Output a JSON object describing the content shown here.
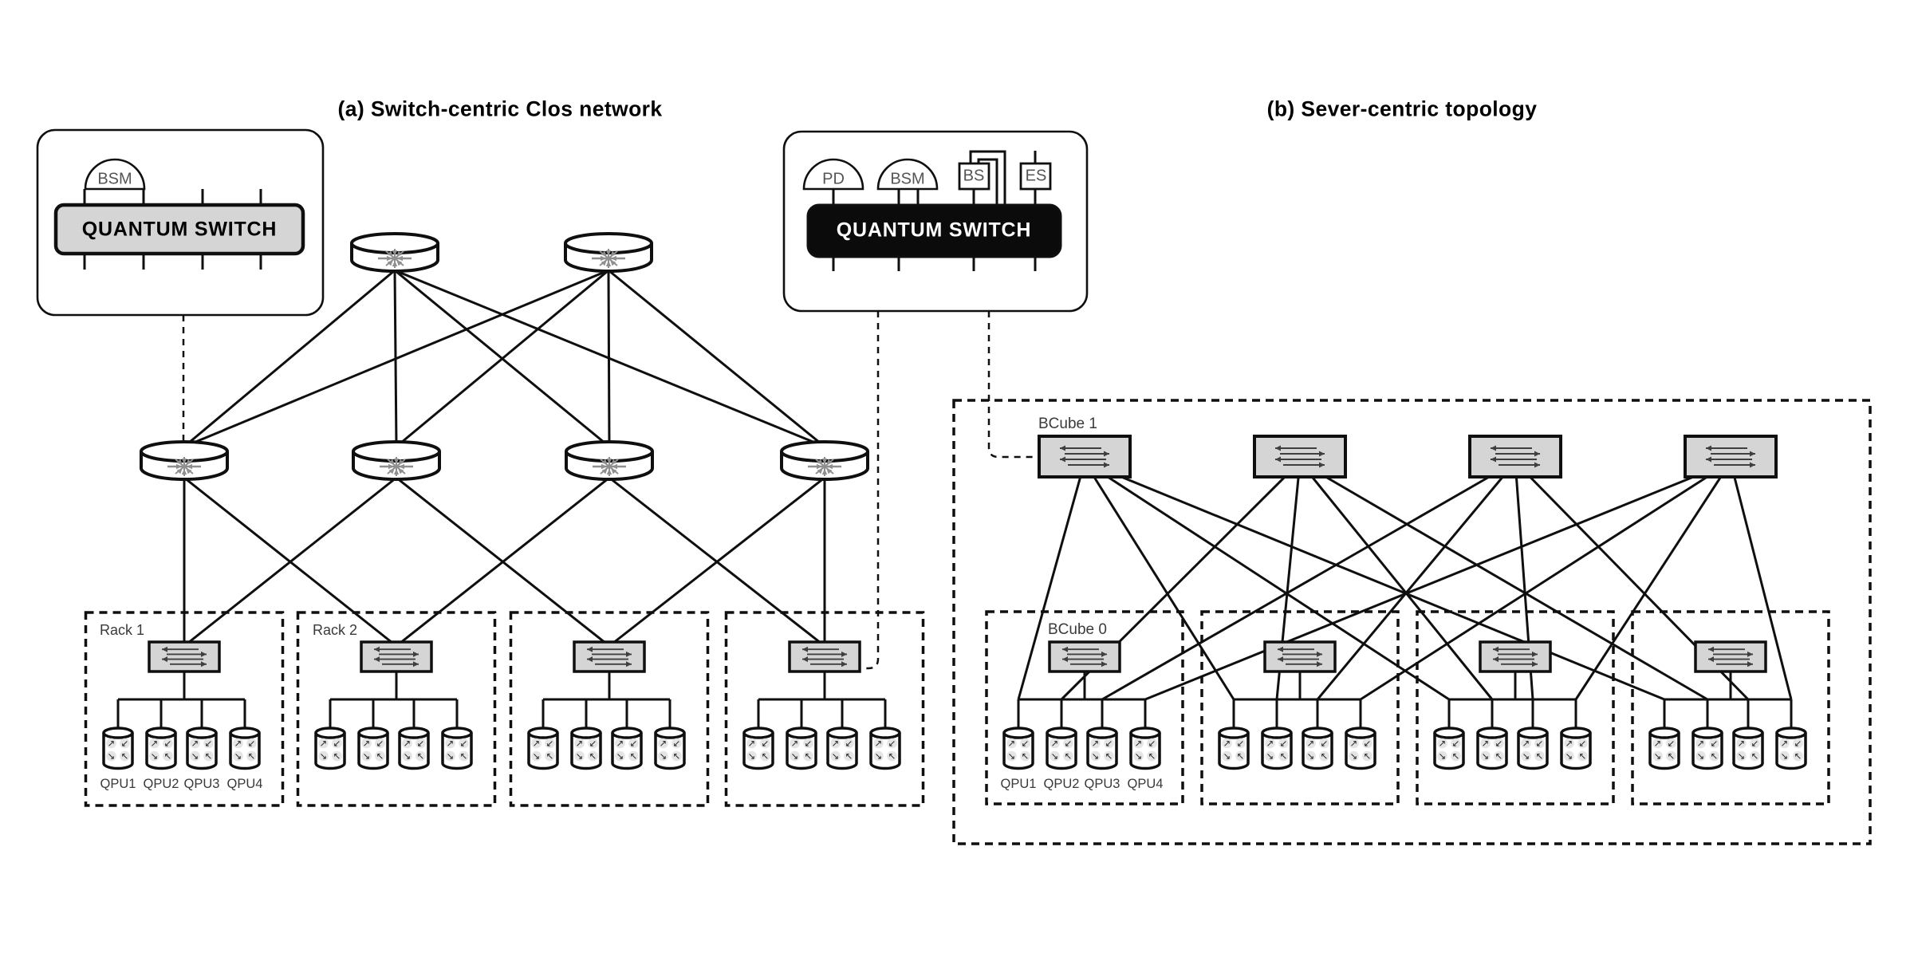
{
  "titles": {
    "panel_a": "(a) Switch-centric Clos network",
    "panel_b": "(b) Sever-centric topology"
  },
  "legend_switch_a": {
    "dome_label": "BSM",
    "switch_label": "QUANTUM SWITCH"
  },
  "legend_switch_b": {
    "pd_label": "PD",
    "bsm_label": "BSM",
    "bs_label": "BS",
    "es_label": "ES",
    "switch_label": "QUANTUM SWITCH"
  },
  "clos": {
    "rack_labels": [
      "Rack 1",
      "Rack 2"
    ],
    "qpu_labels": [
      "QPU1",
      "QPU2",
      "QPU3",
      "QPU4"
    ]
  },
  "bcube": {
    "level_labels": [
      "BCube 1",
      "BCube 0"
    ],
    "qpu_labels": [
      "QPU1",
      "QPU2",
      "QPU3",
      "QPU4"
    ]
  },
  "icons": {
    "qpu_arrows": [
      "↗",
      "↙",
      "↘",
      "↖"
    ]
  },
  "colors": {
    "line": "#0f0f0f",
    "switch_fill": "#d5d5d5",
    "black_switch_fill": "#0b0b0b",
    "icon_arrow": "#3f3f3f",
    "star": "#8f8f8f",
    "qpu_chip": "#e5e5e5",
    "qpu_arrow": "#222222",
    "label": "#3a3a3a",
    "dome_label": "#555555",
    "white_text": "#ffffff"
  }
}
